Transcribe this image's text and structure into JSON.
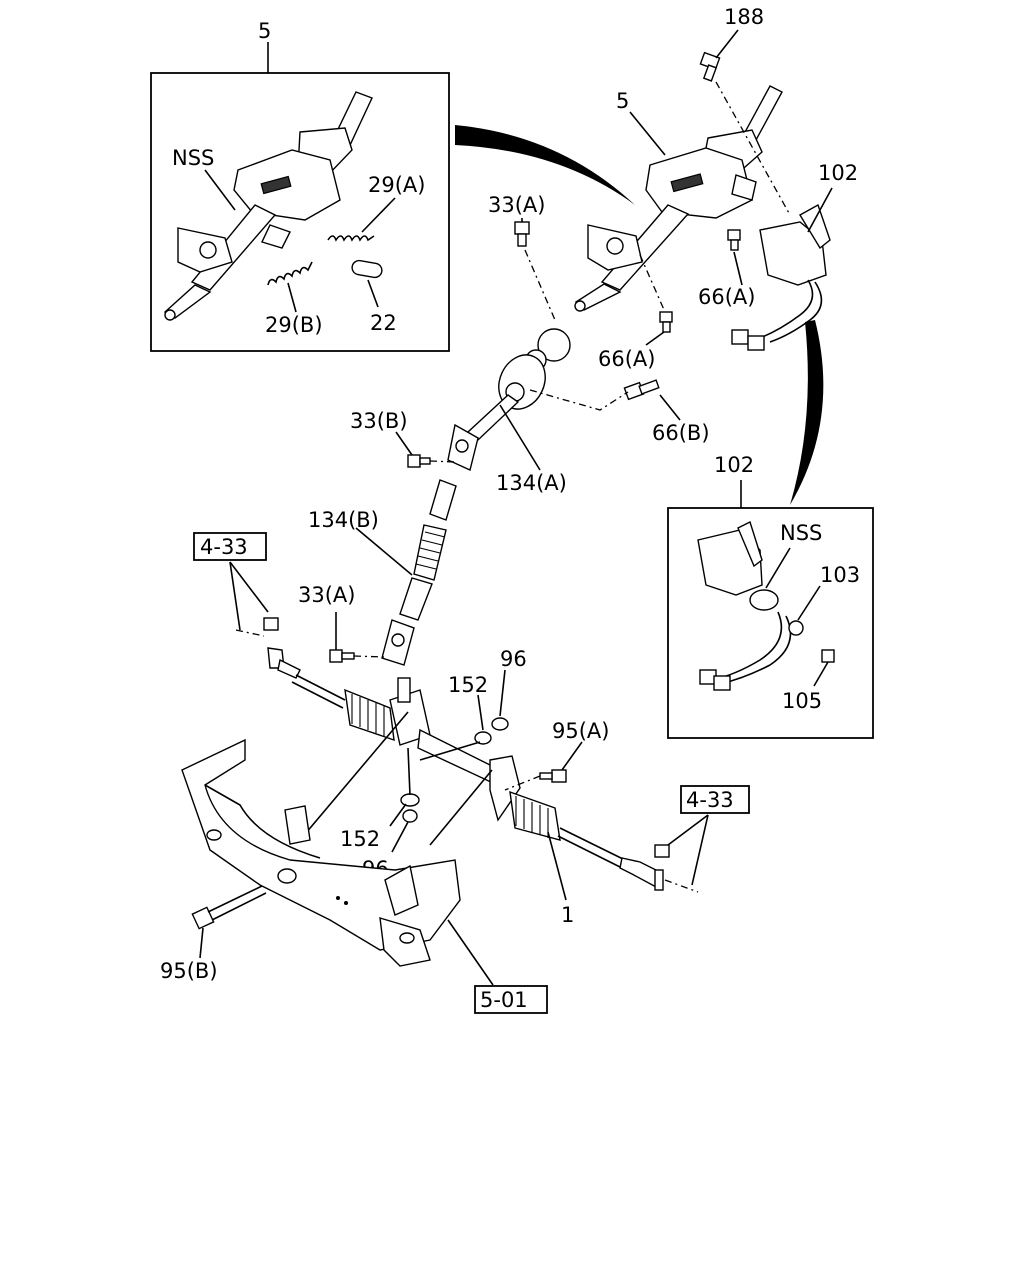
{
  "diagram": {
    "labels": {
      "col_inset_ref": "5",
      "col_inset_nss": "NSS",
      "spring_a": "29(A)",
      "spring_b": "29(B)",
      "clip": "22",
      "bolt_188": "188",
      "col_main": "5",
      "switch_102": "102",
      "bolt_33a_top": "33(A)",
      "bolt_66a_right": "66(A)",
      "bolt_66a_mid": "66(A)",
      "bolt_66b": "66(B)",
      "bolt_33b": "33(B)",
      "shaft_134a": "134(A)",
      "shaft_134b": "134(B)",
      "ref_433_left": "4-33",
      "bolt_33a_low": "33(A)",
      "washer_152_top": "152",
      "nut_96_top": "96",
      "bolt_95a": "95(A)",
      "ref_433_right": "4-33",
      "washer_152_low": "152",
      "nut_96_low": "96",
      "gear_1": "1",
      "bolt_95b": "95(B)",
      "ref_501": "5-01",
      "switch_102_inset": "102",
      "switch_nss": "NSS",
      "harness_103": "103",
      "screw_105": "105"
    }
  }
}
